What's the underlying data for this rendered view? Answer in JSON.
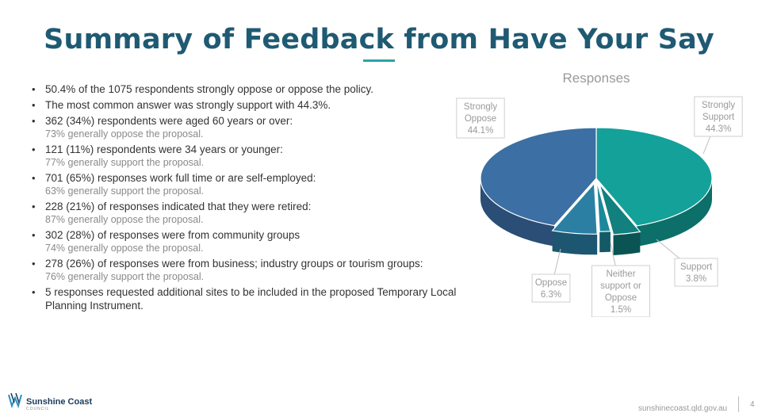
{
  "slide": {
    "title": "Summary of Feedback from Have Your Say",
    "bullets": [
      {
        "main": "50.4% of the 1075 respondents strongly oppose or oppose the policy.",
        "sub": ""
      },
      {
        "main": "The most common answer was strongly support with 44.3%.",
        "sub": ""
      },
      {
        "main": "362 (34%) respondents were aged 60 years or over:",
        "sub": "73% generally oppose the proposal."
      },
      {
        "main": "121 (11%) respondents were 34 years or younger:",
        "sub": "77% generally support the proposal."
      },
      {
        "main": "701 (65%) responses work full time or are self-employed:",
        "sub": "63% generally support the proposal."
      },
      {
        "main": "228 (21%) of responses indicated that they were retired:",
        "sub": "87% generally oppose the proposal."
      },
      {
        "main": "302 (28%) of responses were from community groups",
        "sub": "74% generally oppose the proposal."
      },
      {
        "main": "278 (26%) of responses were from business; industry groups or tourism groups:",
        "sub": "76% generally support the proposal."
      },
      {
        "main": "5 responses requested additional sites to be included in the proposed Temporary Local Planning Instrument.",
        "sub": ""
      }
    ]
  },
  "chart_data": {
    "type": "pie",
    "title": "Responses",
    "slices": [
      {
        "label_lines": [
          "Strongly",
          "Support"
        ],
        "value_label": "44.3%",
        "value": 44.3,
        "color": "#13a19a",
        "side_color": "#0c6f69"
      },
      {
        "label_lines": [
          "Support"
        ],
        "value_label": "3.8%",
        "value": 3.8,
        "color": "#11807f",
        "side_color": "#0a5453"
      },
      {
        "label_lines": [
          "Neither",
          "support or",
          "Oppose"
        ],
        "value_label": "1.5%",
        "value": 1.5,
        "color": "#1d8899",
        "side_color": "#135a66"
      },
      {
        "label_lines": [
          "Oppose"
        ],
        "value_label": "6.3%",
        "value": 6.3,
        "color": "#2b7fa3",
        "side_color": "#1c5670"
      },
      {
        "label_lines": [
          "Strongly",
          "Oppose"
        ],
        "value_label": "44.1%",
        "value": 44.1,
        "color": "#3c6fa3",
        "side_color": "#2a4e75"
      }
    ],
    "legend": "none",
    "data_labels": true
  },
  "footer": {
    "logo_text": "Sunshine Coast",
    "logo_sub": "COUNCIL",
    "url": "sunshinecoast.qld.gov.au",
    "page_number": "4"
  },
  "colors": {
    "title": "#1f5a73",
    "accent": "#2aa3a8",
    "text": "#333333",
    "subtext": "#8a8a8a"
  }
}
